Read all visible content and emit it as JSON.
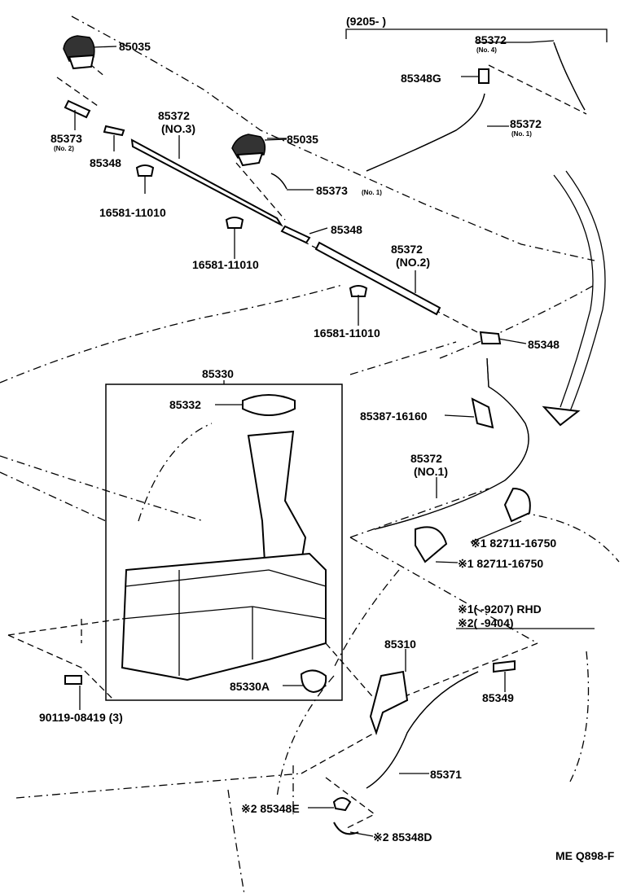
{
  "diagram": {
    "corner_code": "ME Q898-F",
    "bracket_range": "(9205-      )",
    "labels": {
      "p85035_top": "85035",
      "p85035_mid": "85035",
      "p85372_no4": "85372",
      "no4_note": "(No. 4)",
      "p85348G": "85348G",
      "p85372_no1_top": "85372",
      "no1_note_top": "(No. 1)",
      "p85373": "85373",
      "no2_note": "(No. 2)",
      "p85348_a": "85348",
      "p85372_no3": "85372",
      "no3_note": "(NO.3)",
      "p85373_no1": "85373",
      "no1_note_mid": "(No. 1)",
      "p16581_a": "16581-11010",
      "p85348_b": "85348",
      "p16581_b": "16581-11010",
      "p85372_no2": "85372",
      "no2_paren": "(NO.2)",
      "p16581_c": "16581-11010",
      "p85348_c": "85348",
      "p85330": "85330",
      "p85332": "85332",
      "p85387": "85387-16160",
      "p85372_no1_low": "85372",
      "no1_paren_low": "(NO.1)",
      "p82711_a": "※1 82711-16750",
      "p82711_b": "※1 82711-16750",
      "note1": "※1(      -9207) RHD",
      "note2": "※2(      -9404)",
      "p85310": "85310",
      "p85349": "85349",
      "p90119": "90119-08419 (3)",
      "p85330A": "85330A",
      "p85371": "85371",
      "p85348E": "※2 85348E",
      "p85348D": "※2 85348D"
    }
  }
}
